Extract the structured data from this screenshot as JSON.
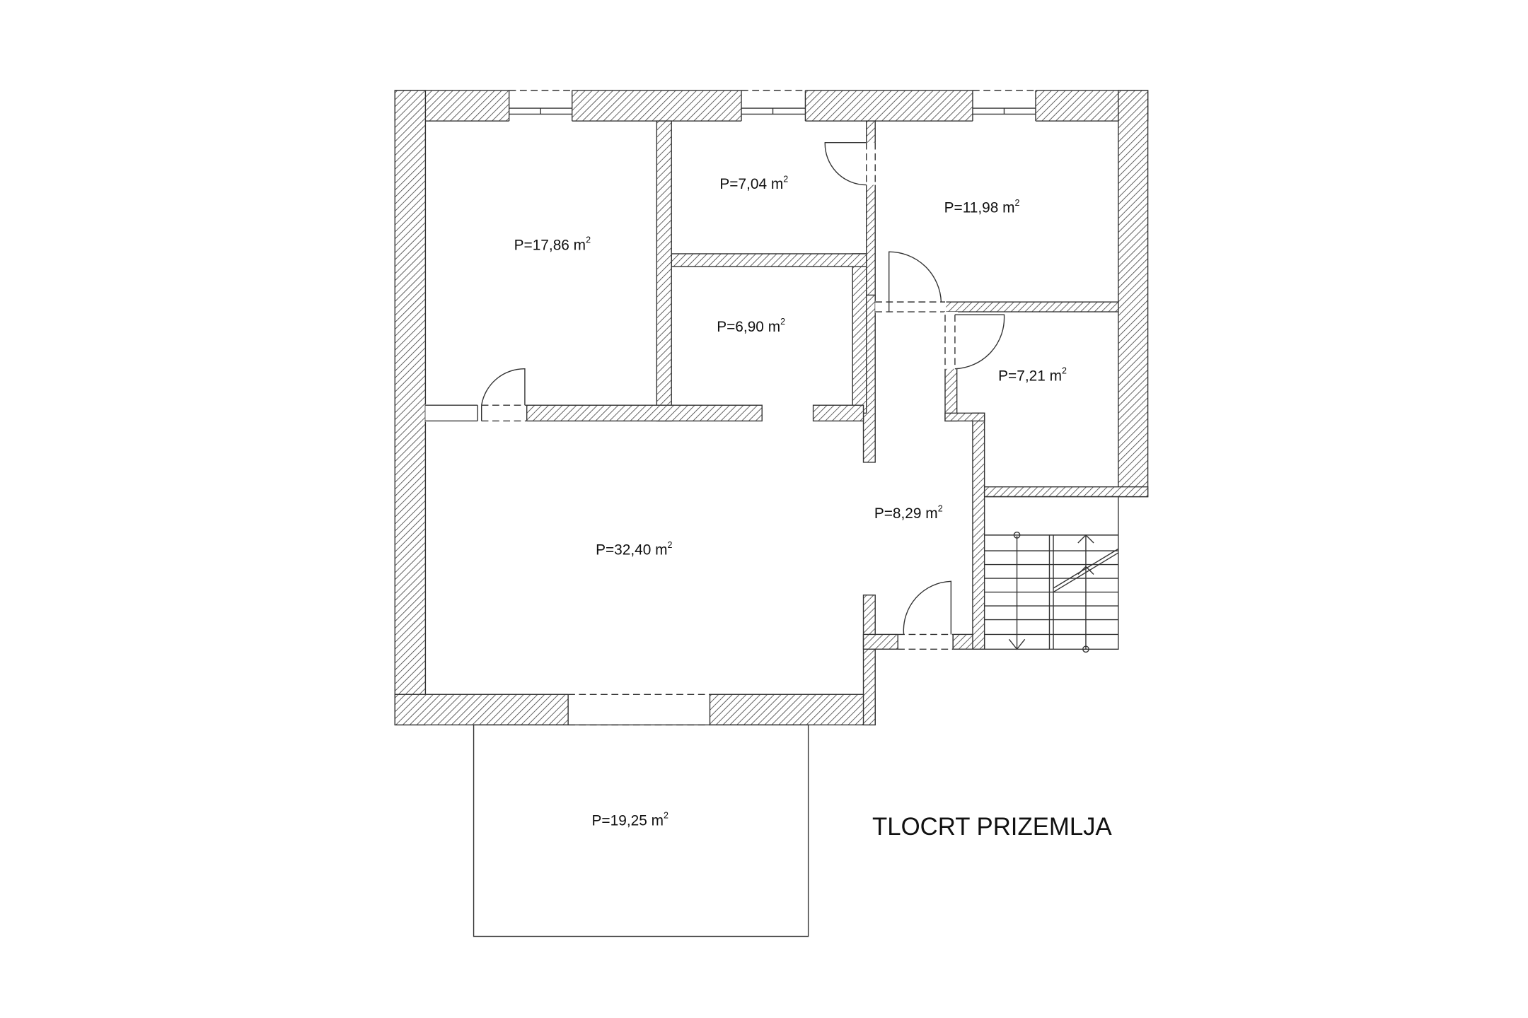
{
  "title": "TLOCRT PRIZEMLJA",
  "rooms": [
    {
      "label": "P=17,86 m",
      "sup": "2"
    },
    {
      "label": "P=7,04 m",
      "sup": "2"
    },
    {
      "label": "P=11,98 m",
      "sup": "2"
    },
    {
      "label": "P=6,90 m",
      "sup": "2"
    },
    {
      "label": "P=7,21 m",
      "sup": "2"
    },
    {
      "label": "P=8,29 m",
      "sup": "2"
    },
    {
      "label": "P=32,40 m",
      "sup": "2"
    },
    {
      "label": "P=19,25 m",
      "sup": "2"
    }
  ]
}
